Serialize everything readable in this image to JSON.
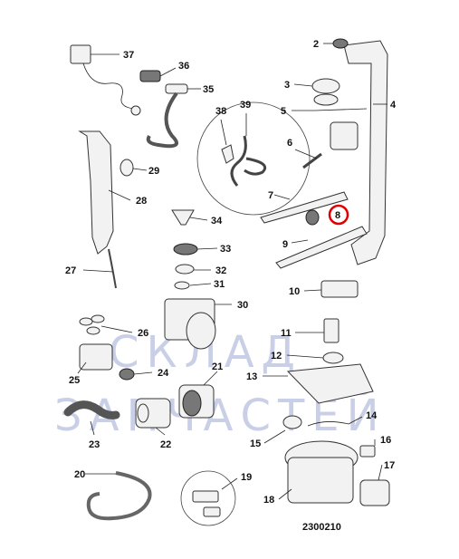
{
  "watermark": {
    "line1": "СКЛАД",
    "line2": "ЗАПЧАСТЕЙ",
    "color": "#c9cfe6"
  },
  "diagram_code": "2300210",
  "highlight_color": "#e00000",
  "parts": [
    {
      "id": "p2",
      "label": "2"
    },
    {
      "id": "p3",
      "label": "3"
    },
    {
      "id": "p4",
      "label": "4"
    },
    {
      "id": "p5",
      "label": "5"
    },
    {
      "id": "p6",
      "label": "6"
    },
    {
      "id": "p7",
      "label": "7"
    },
    {
      "id": "p8",
      "label": "8",
      "highlighted": true
    },
    {
      "id": "p9",
      "label": "9"
    },
    {
      "id": "p10",
      "label": "10"
    },
    {
      "id": "p11",
      "label": "11"
    },
    {
      "id": "p12",
      "label": "12"
    },
    {
      "id": "p13",
      "label": "13"
    },
    {
      "id": "p14",
      "label": "14"
    },
    {
      "id": "p15",
      "label": "15"
    },
    {
      "id": "p16",
      "label": "16"
    },
    {
      "id": "p17",
      "label": "17"
    },
    {
      "id": "p18",
      "label": "18"
    },
    {
      "id": "p19",
      "label": "19"
    },
    {
      "id": "p20",
      "label": "20"
    },
    {
      "id": "p21",
      "label": "21"
    },
    {
      "id": "p22",
      "label": "22"
    },
    {
      "id": "p23",
      "label": "23"
    },
    {
      "id": "p24",
      "label": "24"
    },
    {
      "id": "p25",
      "label": "25"
    },
    {
      "id": "p26",
      "label": "26"
    },
    {
      "id": "p27",
      "label": "27"
    },
    {
      "id": "p28",
      "label": "28"
    },
    {
      "id": "p29",
      "label": "29"
    },
    {
      "id": "p30",
      "label": "30"
    },
    {
      "id": "p31",
      "label": "31"
    },
    {
      "id": "p32",
      "label": "32"
    },
    {
      "id": "p33",
      "label": "33"
    },
    {
      "id": "p34",
      "label": "34"
    },
    {
      "id": "p35",
      "label": "35"
    },
    {
      "id": "p36",
      "label": "36"
    },
    {
      "id": "p37",
      "label": "37"
    },
    {
      "id": "p38",
      "label": "38"
    },
    {
      "id": "p39",
      "label": "39"
    }
  ]
}
